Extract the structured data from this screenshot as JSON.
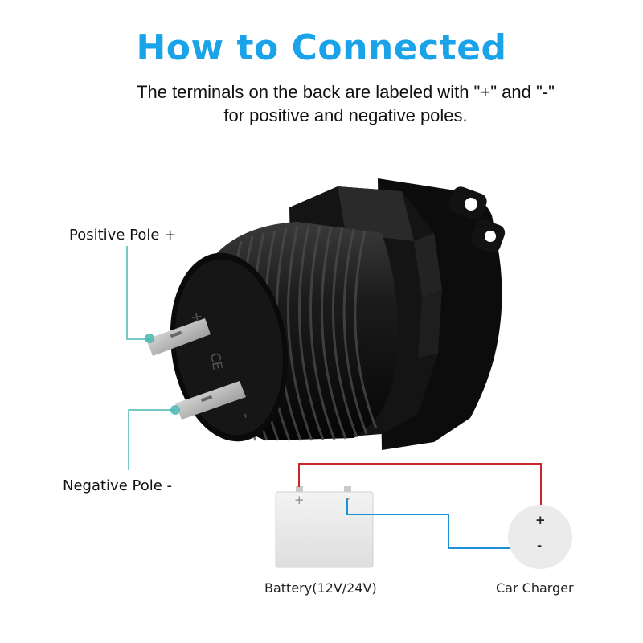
{
  "header": {
    "title": "How to Connected",
    "subtitle_line1": "The terminals on the back are labeled with \"+\" and \"-\"",
    "subtitle_line2": "for positive and negative poles."
  },
  "callouts": {
    "positive": "Positive Pole +",
    "negative": "Negative Pole -"
  },
  "wiring": {
    "battery_label": "Battery(12V/24V)",
    "battery_plus": "+",
    "battery_minus": "-",
    "charger_label": "Car Charger",
    "charger_plus": "+",
    "charger_minus": "-"
  },
  "colors": {
    "title": "#1aa3e8",
    "positive_wire": "#c8262c",
    "negative_wire": "#1e90d8",
    "callout_line": "#49b7b0"
  }
}
